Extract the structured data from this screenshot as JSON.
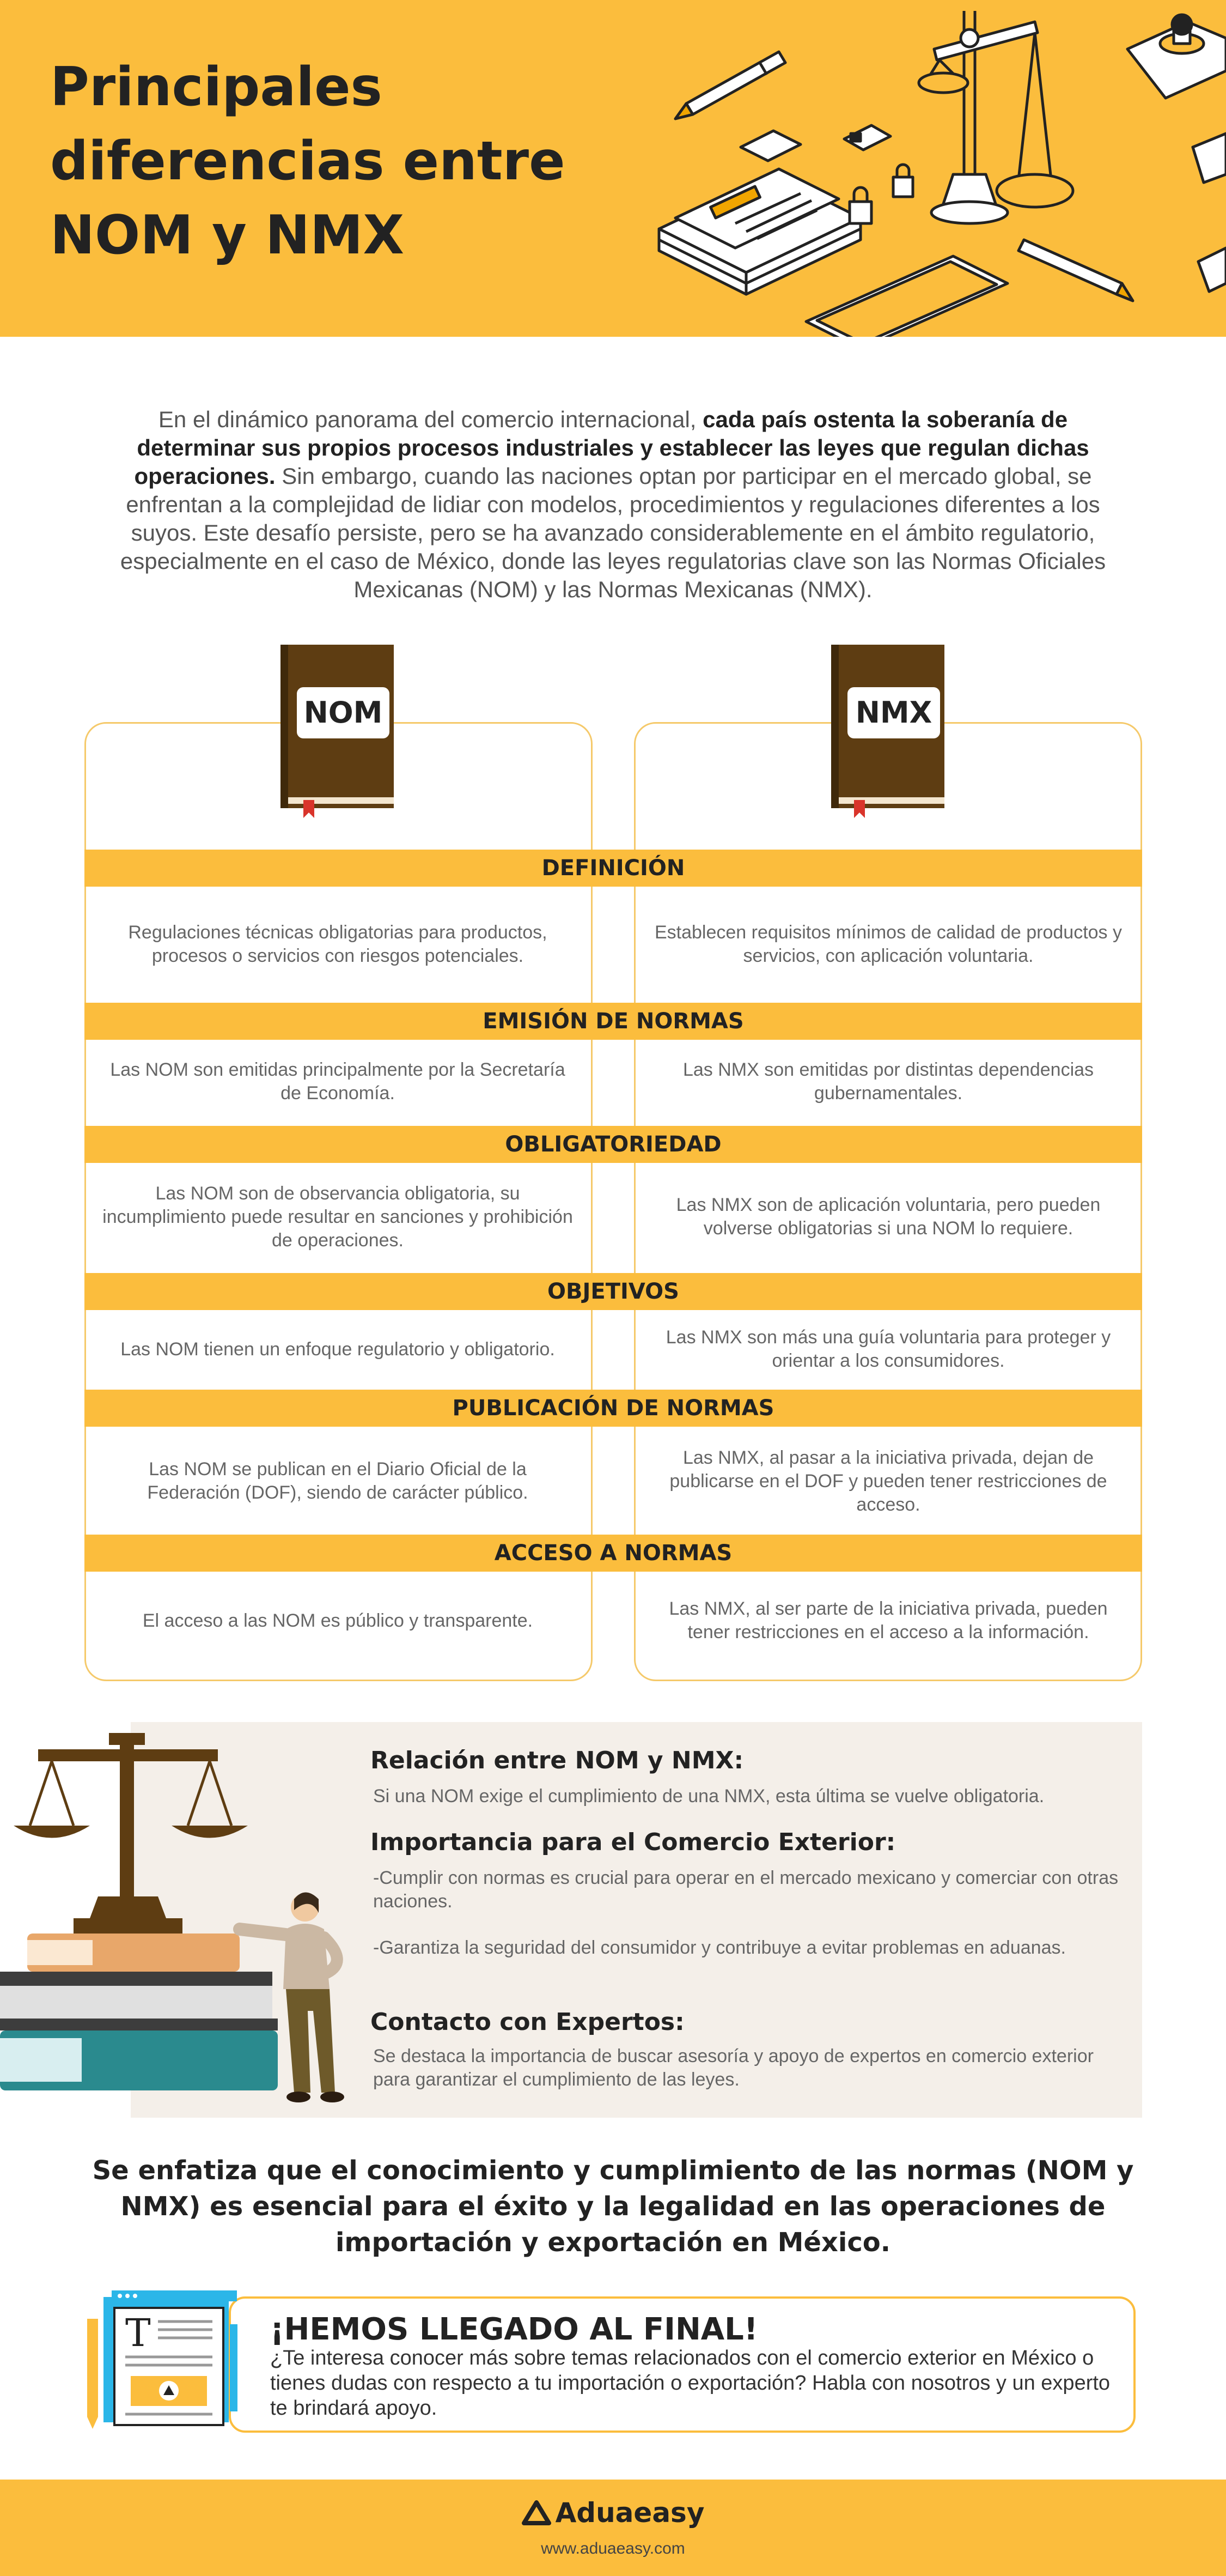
{
  "header": {
    "title_lines": [
      "Principales",
      "diferencias entre",
      "NOM y NMX"
    ]
  },
  "intro": {
    "part1": "En el dinámico panorama del comercio internacional, ",
    "bold": "cada país ostenta la soberanía de determinar sus propios procesos industriales y establecer las leyes que regulan dichas operaciones.",
    "part2": " Sin embargo, cuando las naciones optan por participar en el mercado global, se enfrentan a la complejidad de lidiar con modelos, procedimientos y regulaciones diferentes a los suyos. Este desafío persiste, pero se ha avanzado considerablemente en el ámbito regulatorio, especialmente en el caso de México, donde las leyes regulatorias clave son las Normas Oficiales Mexicanas (NOM) y las Normas Mexicanas (NMX)."
  },
  "comparison": {
    "left_label": "NOM",
    "right_label": "NMX",
    "sections": [
      {
        "title": "DEFINICIÓN",
        "nom": "Regulaciones técnicas obligatorias para productos, procesos o servicios con riesgos potenciales.",
        "nmx": "Establecen requisitos mínimos de calidad de productos y servicios, con aplicación voluntaria."
      },
      {
        "title": "EMISIÓN DE NORMAS",
        "nom": "Las NOM son emitidas principalmente por la Secretaría de Economía.",
        "nmx": "Las NMX son emitidas por distintas dependencias gubernamentales."
      },
      {
        "title": "OBLIGATORIEDAD",
        "nom": "Las NOM son de observancia obligatoria, su incumplimiento puede resultar en sanciones y prohibición de operaciones.",
        "nmx": "Las NMX son de aplicación voluntaria, pero pueden volverse obligatorias si una NOM lo requiere."
      },
      {
        "title": "OBJETIVOS",
        "nom": "Las NOM tienen un enfoque regulatorio y obligatorio.",
        "nmx": "Las NMX son más una guía voluntaria para proteger y orientar a los consumidores."
      },
      {
        "title": "PUBLICACIÓN DE NORMAS",
        "nom": "Las NOM se publican en el Diario Oficial de la Federación (DOF), siendo de carácter público.",
        "nmx": "Las NMX, al pasar a la iniciativa privada, dejan de publicarse en el DOF y pueden tener restricciones de acceso."
      },
      {
        "title": "ACCESO A NORMAS",
        "nom": "El acceso a las NOM es público y transparente.",
        "nmx": "Las NMX, al ser parte de la iniciativa privada, pueden tener restricciones en el acceso a la información."
      }
    ]
  },
  "info": {
    "relation_heading": "Relación entre NOM y NMX:",
    "relation_text": "Si una NOM exige el cumplimiento de una NMX, esta última se vuelve obligatoria.",
    "importance_heading": "Importancia para el Comercio Exterior:",
    "importance_text1": "-Cumplir con normas es crucial para operar en el mercado mexicano y comerciar con otras naciones.",
    "importance_text2": "-Garantiza la seguridad del consumidor y contribuye a evitar problemas en aduanas.",
    "contact_heading": "Contacto con Expertos:",
    "contact_text": "Se destaca la importancia de buscar asesoría y apoyo de expertos en comercio exterior para garantizar el cumplimiento de las leyes."
  },
  "conclusion": "Se enfatiza que el conocimiento y cumplimiento de las normas (NOM y NMX) es esencial para el éxito y la legalidad en las operaciones de importación y exportación en México.",
  "end_card": {
    "heading": "¡HEMOS LLEGADO AL FINAL!",
    "text": "¿Te interesa conocer más sobre temas relacionados con el comercio exterior en México o tienes dudas con respecto a tu importación o exportación? Habla con nosotros y un experto te brindará apoyo.",
    "doc_letter": "T"
  },
  "footer": {
    "brand": "Aduaeasy",
    "website": "www.aduaeasy.com"
  },
  "colors": {
    "accent": "#fbbd3d",
    "book_brown": "#5e3d12",
    "panel_bg": "#f4efe9"
  }
}
